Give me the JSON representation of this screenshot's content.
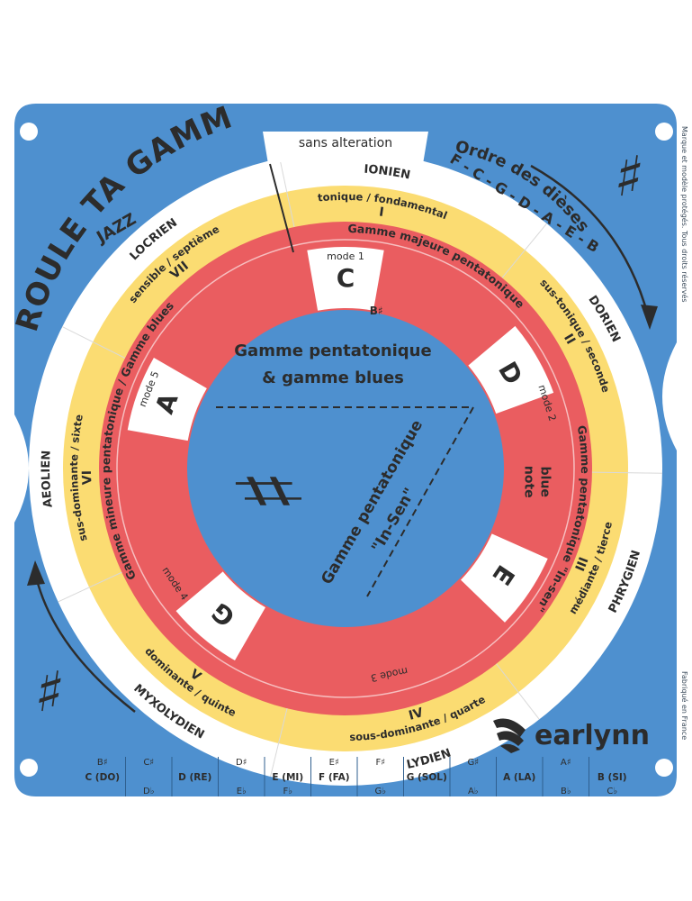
{
  "colors": {
    "board": "#4e90cf",
    "board_dark": "#2c2c2c",
    "outer_ring": "#ffffff",
    "yellow_ring": "#fbdc72",
    "red_ring": "#ea5d60",
    "note_window": "#ffffff",
    "center": "#4e90cf",
    "ink": "#2c2c2c"
  },
  "title": "ROULE TA GAMME",
  "subtitle": "JAZZ",
  "top_tab": "sans alteration",
  "order": {
    "title": "Ordre des dièses",
    "sequence": "F - C - G - D - A - E - B"
  },
  "sharp_symbol": "♯",
  "side_text_right": "Marque et modèle protégés. Tous droits réservés",
  "side_text_bottom": "Fabriqué en France",
  "brand": "earlynn",
  "modes": [
    {
      "name": "IONIEN"
    },
    {
      "name": "DORIEN"
    },
    {
      "name": "PHRYGIEN"
    },
    {
      "name": "LYDIEN"
    },
    {
      "name": "MYXOLYDIEN"
    },
    {
      "name": "AEOLIEN"
    },
    {
      "name": "LOCRIEN"
    }
  ],
  "degrees": [
    {
      "function": "tonique / fondamental",
      "numeral": "I"
    },
    {
      "function": "sus-tonique / seconde",
      "numeral": "II"
    },
    {
      "function": "médiante / tierce",
      "numeral": "III"
    },
    {
      "function": "sous-dominante / quarte",
      "numeral": "IV"
    },
    {
      "function": "dominante / quinte",
      "numeral": "V"
    },
    {
      "function": "sus-dominante / sixte",
      "numeral": "VI"
    },
    {
      "function": "sensible / septième",
      "numeral": "VII"
    }
  ],
  "scales": {
    "major_penta": "Gamme majeure pentatonique",
    "in_sen": "Gamme pentatonique \"In-sen\"",
    "minor_penta_blues": "Gamme mineure pentatonique / Gamme blues"
  },
  "mode_labels": [
    "mode 1",
    "mode 2",
    "mode 3",
    "mode 4",
    "mode 5"
  ],
  "windows": [
    {
      "note": "C",
      "alt": "B♯"
    },
    {
      "note": "D",
      "alt": ""
    },
    {
      "note": "E",
      "alt": ""
    },
    {
      "note": "G",
      "alt": ""
    },
    {
      "note": "A",
      "alt": ""
    }
  ],
  "blue_note": {
    "line1": "blue",
    "line2": "note"
  },
  "center": {
    "line1": "Gamme pentatonique",
    "line2": "& gamme blues",
    "diag1": "Gamme pentatonique",
    "diag2": "\"In-Sen\""
  },
  "bottom_notes": [
    {
      "top": "B♯",
      "main": "C (DO)",
      "bottom": ""
    },
    {
      "top": "C♯",
      "main": "",
      "bottom": "D♭"
    },
    {
      "top": "",
      "main": "D (RE)",
      "bottom": ""
    },
    {
      "top": "D♯",
      "main": "",
      "bottom": "E♭"
    },
    {
      "top": "",
      "main": "E (MI)",
      "bottom": "F♭"
    },
    {
      "top": "E♯",
      "main": "F (FA)",
      "bottom": ""
    },
    {
      "top": "F♯",
      "main": "",
      "bottom": "G♭"
    },
    {
      "top": "",
      "main": "G (SOL)",
      "bottom": ""
    },
    {
      "top": "G♯",
      "main": "",
      "bottom": "A♭"
    },
    {
      "top": "",
      "main": "A (LA)",
      "bottom": ""
    },
    {
      "top": "A♯",
      "main": "",
      "bottom": "B♭"
    },
    {
      "top": "",
      "main": "B (SI)",
      "bottom": "C♭"
    }
  ]
}
